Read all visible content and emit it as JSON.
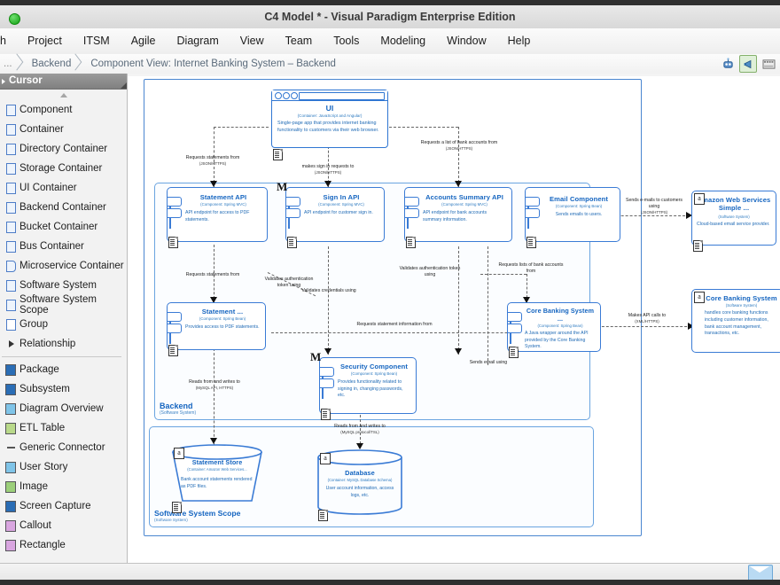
{
  "window": {
    "title": "C4 Model * - Visual Paradigm Enterprise Edition",
    "traffic_light": "green-dot"
  },
  "menubar": {
    "items": [
      {
        "label": "h"
      },
      {
        "label": "Project"
      },
      {
        "label": "ITSM"
      },
      {
        "label": "Agile"
      },
      {
        "label": "Diagram"
      },
      {
        "label": "View"
      },
      {
        "label": "Team"
      },
      {
        "label": "Tools"
      },
      {
        "label": "Modeling"
      },
      {
        "label": "Window"
      },
      {
        "label": "Help"
      }
    ]
  },
  "breadcrumb": {
    "items": [
      {
        "label": "..."
      },
      {
        "label": "Backend"
      },
      {
        "label": "Component View: Internet Banking System – Backend"
      }
    ],
    "toolbar_icons": [
      {
        "name": "robot-icon",
        "glyph": "🤖"
      },
      {
        "name": "megaphone-icon",
        "glyph": "📢",
        "selected": true
      },
      {
        "name": "filmstrip-icon",
        "glyph": "🎞"
      }
    ]
  },
  "palette": {
    "header": "Cursor",
    "scroll_up": "▲",
    "scroll_down": "▼",
    "items": [
      {
        "label": "Component",
        "glyph": "box"
      },
      {
        "label": "Container",
        "glyph": "box"
      },
      {
        "label": "Directory Container",
        "glyph": "box"
      },
      {
        "label": "Storage Container",
        "glyph": "box"
      },
      {
        "label": "UI Container",
        "glyph": "box"
      },
      {
        "label": "Backend Container",
        "glyph": "box"
      },
      {
        "label": "Bucket Container",
        "glyph": "box"
      },
      {
        "label": "Bus Container",
        "glyph": "box"
      },
      {
        "label": "Microservice Container",
        "glyph": "round"
      },
      {
        "label": "Software System",
        "glyph": "box"
      },
      {
        "label": "Software System Scope",
        "glyph": "box"
      },
      {
        "label": "Group",
        "glyph": "boxw"
      },
      {
        "label": "Relationship",
        "glyph": "arrow"
      }
    ],
    "items2": [
      {
        "label": "Package",
        "glyph": "sq",
        "color": "#2a6db5"
      },
      {
        "label": "Subsystem",
        "glyph": "sq",
        "color": "#2a6db5"
      },
      {
        "label": "Diagram Overview",
        "glyph": "sq",
        "color": "#7fc4e8"
      },
      {
        "label": "ETL Table",
        "glyph": "sq",
        "color": "#b9d98a"
      },
      {
        "label": "Generic Connector",
        "glyph": "line",
        "color": "#555555"
      },
      {
        "label": "User Story",
        "glyph": "sq",
        "color": "#7fc4e8"
      },
      {
        "label": "Image",
        "glyph": "sq",
        "color": "#9ccf7a"
      },
      {
        "label": "Screen Capture",
        "glyph": "sq",
        "color": "#2a6db5"
      },
      {
        "label": "Callout",
        "glyph": "sq",
        "color": "#d9a6e0"
      },
      {
        "label": "Rectangle",
        "glyph": "sq",
        "color": "#d9a6e0"
      }
    ]
  },
  "diagram": {
    "scopes": [
      {
        "name": "backend-container-scope",
        "label": "Backend",
        "sublabel": "(Software System)"
      },
      {
        "name": "software-system-scope",
        "label": "Software System Scope",
        "sublabel": "(Software System)"
      }
    ],
    "nodes": [
      {
        "id": "ui",
        "title": "UI",
        "type": "(Container: JavaScript and Angular)",
        "desc": "Single-page app that provides internet banking functionality to customers via their web browser.",
        "shape": "ui-window"
      },
      {
        "id": "statement-api",
        "title": "Statement API",
        "type": "(Component: Spring MVC)",
        "desc": "API endpoint for access to PDF statements.",
        "shape": "component"
      },
      {
        "id": "sign-in-api",
        "title": "Sign In API",
        "type": "(Component: Spring MVC)",
        "desc": "API endpoint for customer sign in.",
        "shape": "component",
        "mark": "M"
      },
      {
        "id": "accounts-summary-api",
        "title": "Accounts Summary API",
        "type": "(Component: Spring MVC)",
        "desc": "API endpoint for bank accounts summary information.",
        "shape": "component"
      },
      {
        "id": "email-component",
        "title": "Email Component",
        "type": "(Component: Spring Bean)",
        "desc": "Sends emails to users.",
        "shape": "component"
      },
      {
        "id": "statement-component",
        "title": "Statement ...",
        "type": "(Component: Spring Bean)",
        "desc": "Provides access to PDF statements.",
        "shape": "component"
      },
      {
        "id": "security-component",
        "title": "Security Component",
        "type": "(Component: Spring Bean)",
        "desc": "Provides functionality related to signing in, changing passwords, etc.",
        "shape": "component",
        "mark": "M"
      },
      {
        "id": "core-banking-system-facade",
        "title": "Core Banking System ...",
        "type": "(Component: Spring Bean)",
        "desc": "A Java wrapper around the API provided by the Core Banking System.",
        "shape": "component"
      },
      {
        "id": "amazon-web-services-simple",
        "title": "Amazon Web Services Simple ...",
        "type": "(Software System)",
        "desc": "Cloud-based email service provider.",
        "shape": "system"
      },
      {
        "id": "core-banking-system",
        "title": "Core Banking System",
        "type": "(Software System)",
        "desc": "handles core banking functions including customer information, bank account management, transactions, etc.",
        "shape": "system"
      },
      {
        "id": "statement-store",
        "title": "Statement Store",
        "type": "(Container: Amazon Web Services...",
        "desc": "Bank account statements rendered as PDF files.",
        "shape": "trapezoid-store"
      },
      {
        "id": "database",
        "title": "Database",
        "type": "(Container: MySQL Database Schema)",
        "desc": "User account information, access logs, etc.",
        "shape": "cylinder-store"
      }
    ],
    "edges": [
      {
        "id": "e1",
        "label": "Requests statements from",
        "tech": "(JSON/HTTPS)"
      },
      {
        "id": "e2",
        "label": "makes sign in requests to",
        "tech": "(JSON/HTTPS)"
      },
      {
        "id": "e3",
        "label": "Requests a list of bank accounts from",
        "tech": "(JSON/HTTPS)"
      },
      {
        "id": "e4",
        "label": "Requests statements from",
        "tech": ""
      },
      {
        "id": "e5",
        "label": "Validates authentication token using",
        "tech": ""
      },
      {
        "id": "e6",
        "label": "Validates credentials using",
        "tech": ""
      },
      {
        "id": "e7",
        "label": "Validates authentication token using",
        "tech": ""
      },
      {
        "id": "e8",
        "label": "Requests lists of bank accounts from",
        "tech": ""
      },
      {
        "id": "e9",
        "label": "Sends e-mails to customers using",
        "tech": "(JSON/HTTPS)"
      },
      {
        "id": "e10",
        "label": "Makes API calls to",
        "tech": "(XML/HTTPS)"
      },
      {
        "id": "e11",
        "label": "Requests statement information from",
        "tech": ""
      },
      {
        "id": "e12",
        "label": "Sends email using",
        "tech": ""
      },
      {
        "id": "e13",
        "label": "Reads from and writes to",
        "tech": "(MySQL API, HTTPS)"
      },
      {
        "id": "e14",
        "label": "Reads from and writes to",
        "tech": "(MySQL protocol/TSL)"
      }
    ]
  },
  "statusbar": {
    "mail_icon": "mail-icon"
  }
}
